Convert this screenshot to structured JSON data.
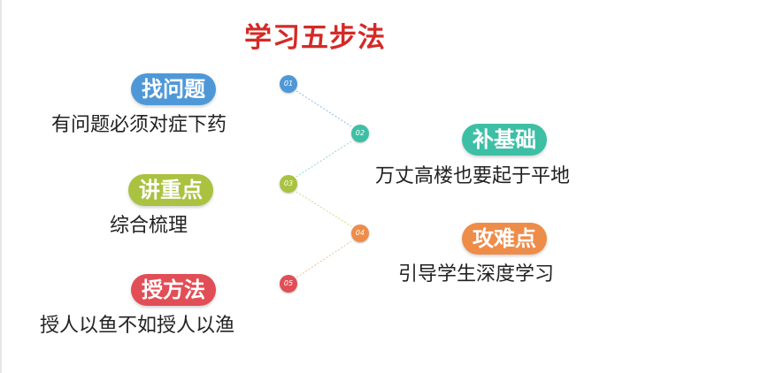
{
  "title": {
    "text": "学习五步法",
    "color": "#d42a26"
  },
  "steps": [
    {
      "number": "01",
      "label": "找问题",
      "desc": "有问题必须对症下药",
      "color": "#4f98d8"
    },
    {
      "number": "02",
      "label": "补基础",
      "desc": "万丈高楼也要起于平地",
      "color": "#3dbfa5"
    },
    {
      "number": "03",
      "label": "讲重点",
      "desc": "综合梳理",
      "color": "#a9c240"
    },
    {
      "number": "04",
      "label": "攻难点",
      "desc": "引导学生深度学习",
      "color": "#ee8c4a"
    },
    {
      "number": "05",
      "label": "授方法",
      "desc": "授人以鱼不如授人以渔",
      "color": "#e24e55"
    }
  ]
}
